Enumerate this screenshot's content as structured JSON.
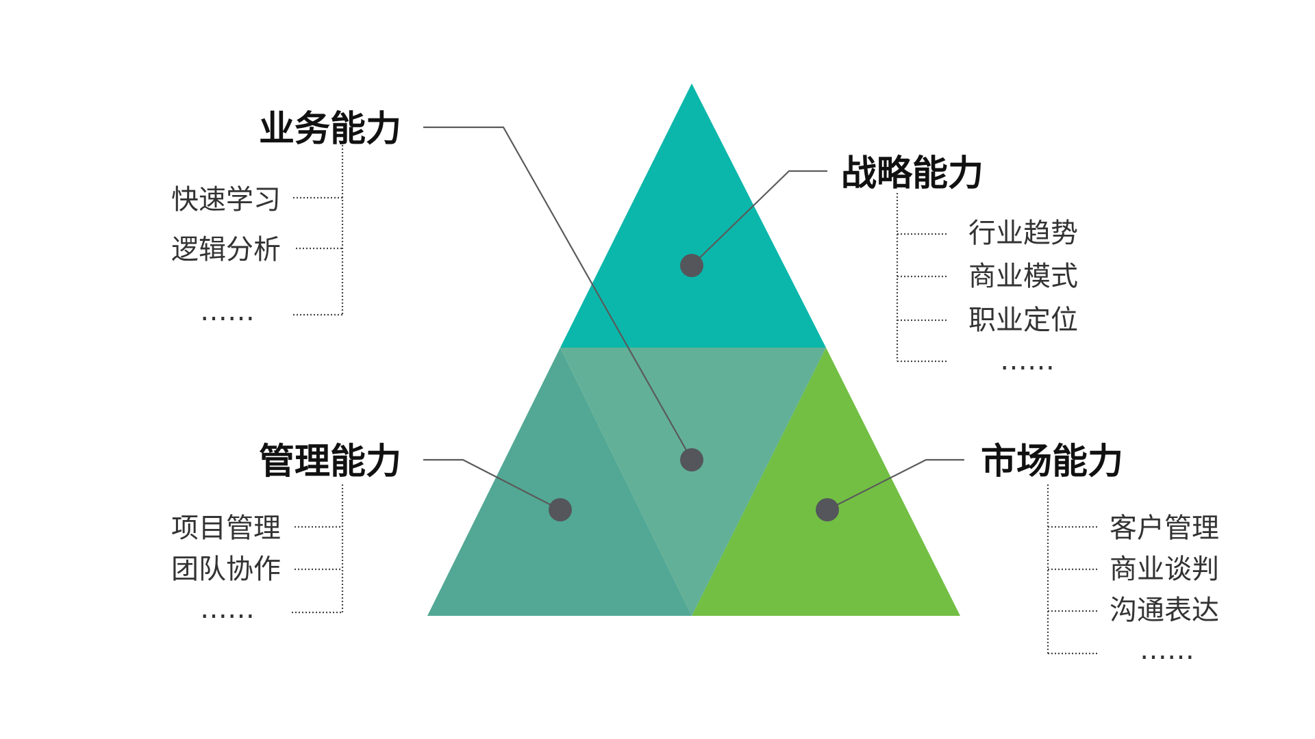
{
  "colors": {
    "top_triangle": "#0bb7ab",
    "left_triangle": "#52a894",
    "center_triangle": "#62b097",
    "right_triangle": "#72bf44",
    "dot": "#54565b",
    "leader_line": "#5a5a5a"
  },
  "sections": {
    "business": {
      "title": "业务能力",
      "items": [
        "快速学习",
        "逻辑分析",
        "……"
      ]
    },
    "strategy": {
      "title": "战略能力",
      "items": [
        "行业趋势",
        "商业模式",
        "职业定位",
        "……"
      ]
    },
    "management": {
      "title": "管理能力",
      "items": [
        "项目管理",
        "团队协作",
        "……"
      ]
    },
    "market": {
      "title": "市场能力",
      "items": [
        "客户管理",
        "商业谈判",
        "沟通表达",
        "……"
      ]
    }
  }
}
